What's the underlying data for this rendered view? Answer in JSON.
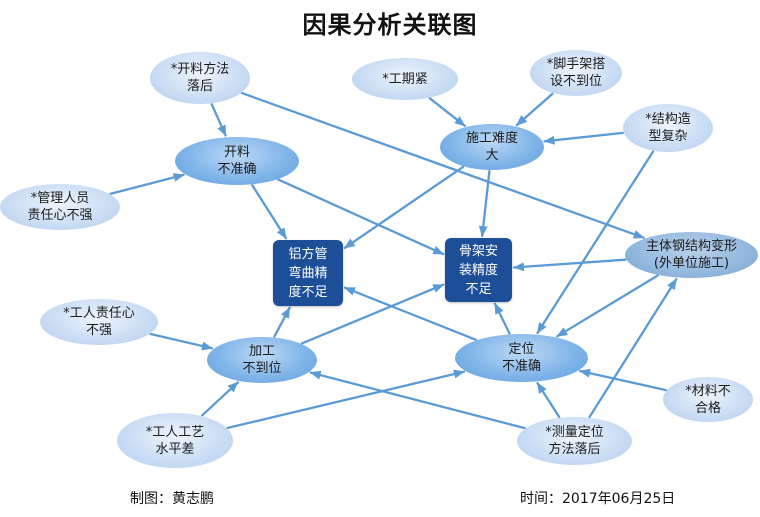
{
  "title": "因果分析关联图",
  "colors": {
    "arrow": "#5b9bd5",
    "root_cause": "#c9dcf4",
    "intermediate_cause": "#7fb4e8",
    "problem": "#1d4f98"
  },
  "diagram": {
    "nodes": [
      {
        "label": "*开料方法\n落后"
      },
      {
        "label": "*工期紧"
      },
      {
        "label": "*脚手架搭\n设不到位"
      },
      {
        "label": "*结构造\n型复杂"
      },
      {
        "label": "开料\n不准确"
      },
      {
        "label": "施工难度\n大"
      },
      {
        "label": "*管理人员\n责任心不强"
      },
      {
        "label": "铝方管\n弯曲精\n度不足"
      },
      {
        "label": "骨架安\n装精度\n不足"
      },
      {
        "label": "主体钢结构变形\n(外单位施工)"
      },
      {
        "label": "*工人责任心\n不强"
      },
      {
        "label": "加工\n不到位"
      },
      {
        "label": "定位\n不准确"
      },
      {
        "label": "*材料不\n合格"
      },
      {
        "label": "*工人工艺\n水平差"
      },
      {
        "label": "*测量定位\n方法落后"
      }
    ],
    "edges": [
      [
        0,
        4
      ],
      [
        0,
        9
      ],
      [
        1,
        5
      ],
      [
        2,
        5
      ],
      [
        3,
        5
      ],
      [
        3,
        12
      ],
      [
        6,
        4
      ],
      [
        4,
        7
      ],
      [
        4,
        8
      ],
      [
        5,
        7
      ],
      [
        5,
        8
      ],
      [
        9,
        8
      ],
      [
        9,
        12
      ],
      [
        10,
        11
      ],
      [
        11,
        7
      ],
      [
        11,
        8
      ],
      [
        12,
        8
      ],
      [
        12,
        7
      ],
      [
        13,
        12
      ],
      [
        14,
        11
      ],
      [
        14,
        12
      ],
      [
        15,
        12
      ],
      [
        15,
        11
      ],
      [
        15,
        9
      ]
    ]
  },
  "footer": {
    "author": "制图：黄志鹏",
    "date": "时间：2017年06月25日"
  }
}
